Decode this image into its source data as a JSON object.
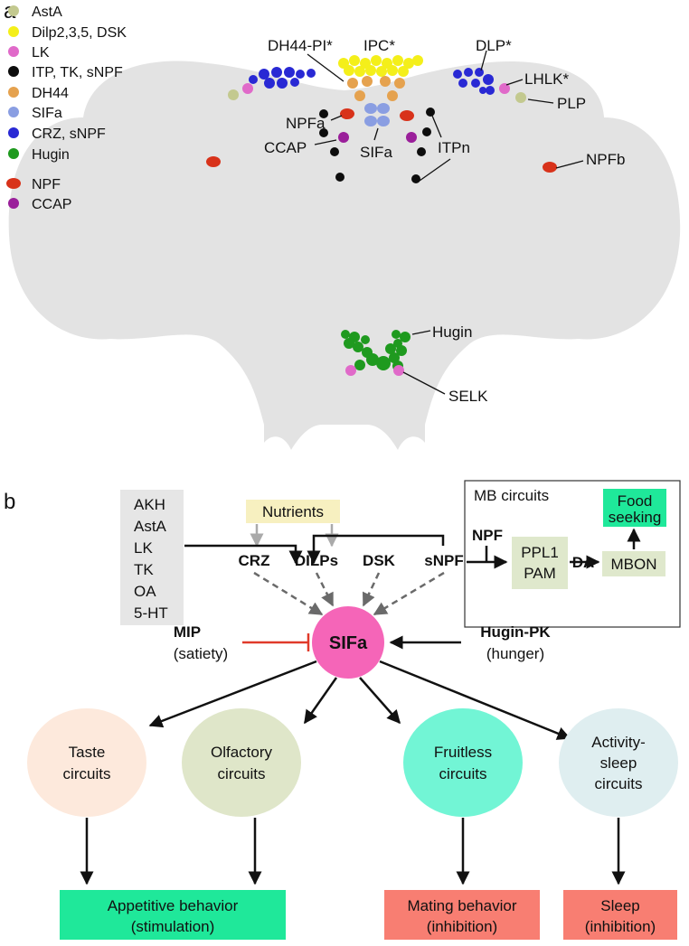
{
  "panel_a": {
    "panel_label": "a",
    "legend": [
      {
        "label": "AstA",
        "color": "#c3c98f"
      },
      {
        "label": "Dilp2,3,5, DSK",
        "color": "#f4ef1a"
      },
      {
        "label": "LK",
        "color": "#e06ac9"
      },
      {
        "label": "ITP, TK, sNPF",
        "color": "#0d0d0d"
      },
      {
        "label": "DH44",
        "color": "#e5a24f"
      },
      {
        "label": "SIFa",
        "color": "#8a9ee2"
      },
      {
        "label": "CRZ, sNPF",
        "color": "#2929d4"
      },
      {
        "label": "Hugin",
        "color": "#1f9a1f"
      },
      {
        "label": "NPF",
        "color": "#d8321a"
      },
      {
        "label": "CCAP",
        "color": "#9a1f9a"
      }
    ],
    "annotations": {
      "dh44_pi": "DH44-PI*",
      "ipc": "IPC*",
      "dlp": "DLP*",
      "lhlk": "LHLK*",
      "plp": "PLP",
      "npfa": "NPFa",
      "ccap": "CCAP",
      "sifa": "SIFa",
      "itpn": "ITPn",
      "npfb": "NPFb",
      "hugin": "Hugin",
      "selk": "SELK"
    }
  },
  "panel_b": {
    "panel_label": "b",
    "inputs_box": [
      "AKH",
      "AstA",
      "LK",
      "TK",
      "OA",
      "5-HT"
    ],
    "nutrients": "Nutrients",
    "peptides": {
      "crz": "CRZ",
      "dilps": "DILPs",
      "dsk": "DSK",
      "snpf": "sNPF"
    },
    "mb_circuits": {
      "title": "MB circuits",
      "npf": "NPF",
      "ppl1": "PPL1",
      "pam": "PAM",
      "da": "DA",
      "mbon": "MBON",
      "food_seeking_1": "Food",
      "food_seeking_2": "seeking"
    },
    "center": "SIFa",
    "mip": {
      "name": "MIP",
      "note": "(satiety)"
    },
    "hugin_pk": {
      "name": "Hugin-PK",
      "note": "(hunger)"
    },
    "circuits": [
      {
        "line1": "Taste",
        "line2": "circuits",
        "line3": "",
        "color": "#fde9dc"
      },
      {
        "line1": "Olfactory",
        "line2": "circuits",
        "line3": "",
        "color": "#dfe6c9"
      },
      {
        "line1": "Fruitless",
        "line2": "circuits",
        "line3": "",
        "color": "#72f5d5"
      },
      {
        "line1": "Activity-",
        "line2": "sleep",
        "line3": "circuits",
        "color": "#dfeef0"
      }
    ],
    "outcomes": {
      "appetitive_1": "Appetitive behavior",
      "appetitive_2": "(stimulation)",
      "mating_1": "Mating behavior",
      "mating_2": "(inhibition)",
      "sleep_1": "Sleep",
      "sleep_2": "(inhibition)"
    },
    "colors": {
      "green_box": "#1fe89a",
      "red_box": "#f87e72",
      "sifa": "#f565b8",
      "nutrients": "#f7f0c0",
      "grey_box": "#e6e6e6",
      "light_green": "#dfe8cc",
      "inhibit": "#e03a2a"
    }
  }
}
